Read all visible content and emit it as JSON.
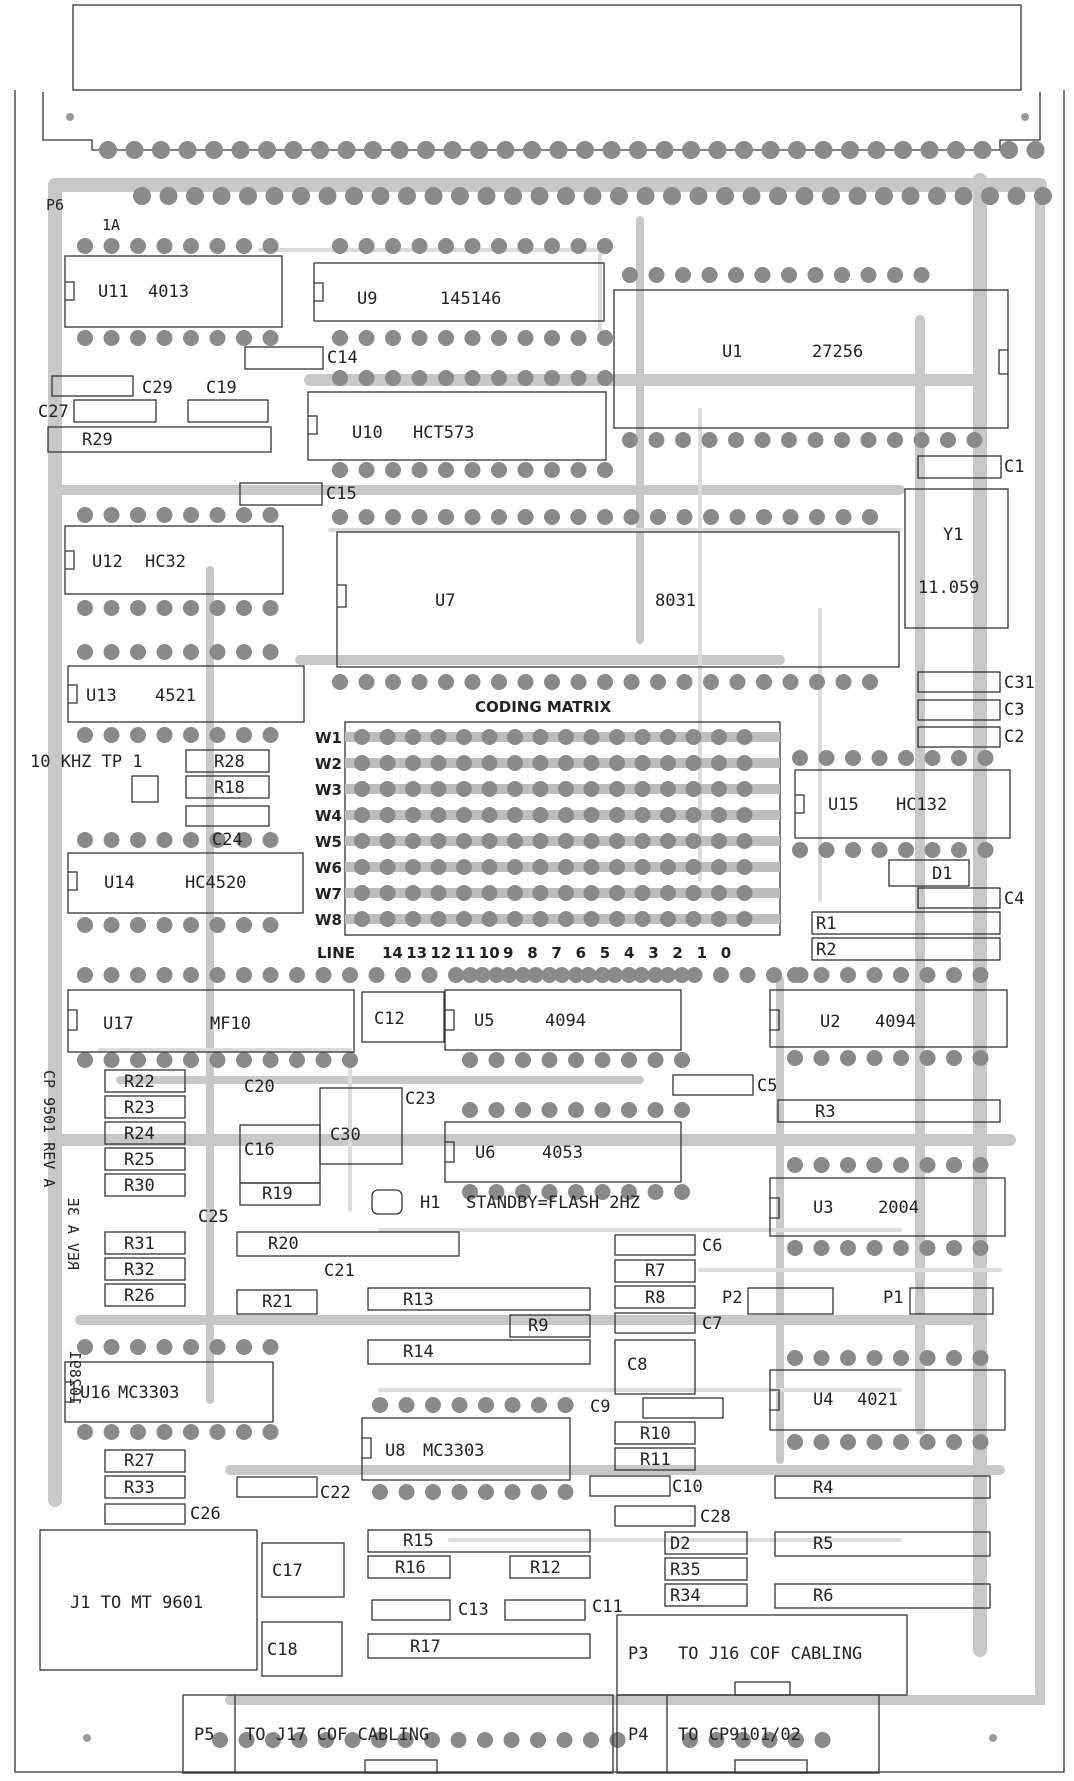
{
  "connector_top": "P6",
  "top_label": "1A",
  "ics": [
    {
      "ref": "U11",
      "part": "4013"
    },
    {
      "ref": "U9",
      "part": "145146"
    },
    {
      "ref": "U1",
      "part": "27256"
    },
    {
      "ref": "U10",
      "part": "HCT573"
    },
    {
      "ref": "U12",
      "part": "HC32"
    },
    {
      "ref": "U7",
      "part": "8031"
    },
    {
      "ref": "U13",
      "part": "4521"
    },
    {
      "ref": "U14",
      "part": "HC4520"
    },
    {
      "ref": "U15",
      "part": "HC132"
    },
    {
      "ref": "U17",
      "part": "MF10"
    },
    {
      "ref": "U5",
      "part": "4094"
    },
    {
      "ref": "U2",
      "part": "4094"
    },
    {
      "ref": "U6",
      "part": "4053"
    },
    {
      "ref": "U3",
      "part": "2004"
    },
    {
      "ref": "U16",
      "part": "MC3303"
    },
    {
      "ref": "U8",
      "part": "MC3303"
    },
    {
      "ref": "U4",
      "part": "4021"
    }
  ],
  "crystal": {
    "ref": "Y1",
    "value": "11.059"
  },
  "matrix": {
    "title": "CODING MATRIX",
    "rows": [
      "W1",
      "W2",
      "W3",
      "W4",
      "W5",
      "W6",
      "W7",
      "W8"
    ],
    "line_label": "LINE",
    "columns": [
      "14",
      "13",
      "12",
      "11",
      "10",
      "9",
      "8",
      "7",
      "6",
      "5",
      "4",
      "3",
      "2",
      "1",
      "0"
    ]
  },
  "test_point": "10 KHZ TP 1",
  "indicator": {
    "ref": "H1",
    "note": "STANDBY=FLASH 2HZ"
  },
  "board_id": "CP 9501 REV A",
  "mirror_text": "REV A 3E",
  "side_code": "102891",
  "components": {
    "c29": "C29",
    "c19": "C19",
    "c27": "C27",
    "r29": "R29",
    "c14": "C14",
    "c15": "C15",
    "c1": "C1",
    "c31": "C31",
    "c3": "C3",
    "c2": "C2",
    "r28": "R28",
    "r18": "R18",
    "c24": "C24",
    "d1": "D1",
    "c4": "C4",
    "r1": "R1",
    "r2": "R2",
    "c12": "C12",
    "r22": "R22",
    "r23": "R23",
    "r24": "R24",
    "r25": "R25",
    "r30": "R30",
    "c25": "C25",
    "r31": "R31",
    "r32": "R32",
    "r26": "R26",
    "c20": "C20",
    "c23": "C23",
    "c16": "C16",
    "c30": "C30",
    "r19": "R19",
    "r20": "R20",
    "c21": "C21",
    "r21": "R21",
    "c5": "C5",
    "r3": "R3",
    "c6": "C6",
    "r7": "R7",
    "r8": "R8",
    "c7": "C7",
    "p2": "P2",
    "p1": "P1",
    "r13": "R13",
    "r9": "R9",
    "r14": "R14",
    "c8": "C8",
    "c9": "C9",
    "r10": "R10",
    "r11": "R11",
    "c10": "C10",
    "r27": "R27",
    "r33": "R33",
    "c26": "C26",
    "c22": "C22",
    "r4": "R4",
    "c28": "C28",
    "d2": "D2",
    "r35": "R35",
    "r34": "R34",
    "r5": "R5",
    "r6": "R6",
    "c17": "C17",
    "r15": "R15",
    "r16": "R16",
    "r12": "R12",
    "c13": "C13",
    "c11": "C11",
    "c18": "C18",
    "r17": "R17"
  },
  "connectors": {
    "j1": "J1 TO MT 9601",
    "p3": "P3",
    "p3_text": "TO J16 COF CABLING",
    "p5": "P5",
    "p5_text": "TO J17 COF CABLING",
    "p4": "P4",
    "p4_text": "TO CP9101/02"
  }
}
